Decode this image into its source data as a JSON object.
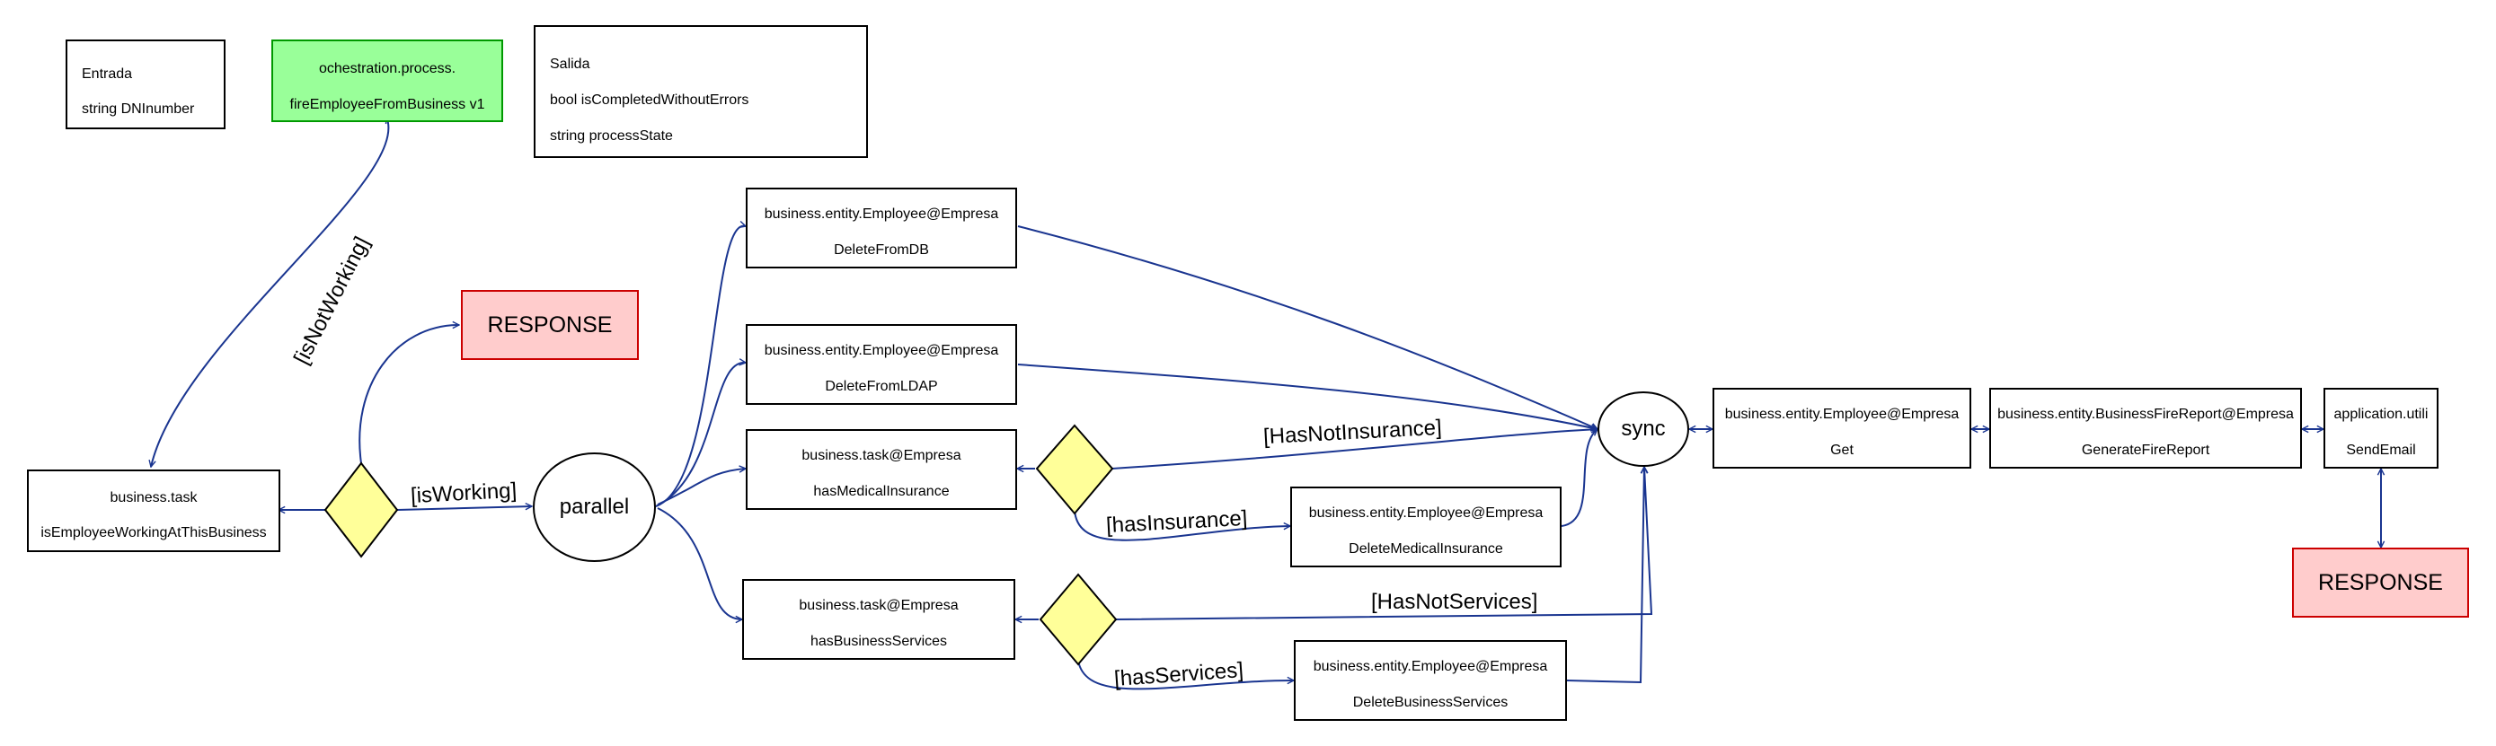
{
  "colors": {
    "edge": "#1a3590",
    "gateway_fill": "#ffff99",
    "gateway_stroke": "#000000",
    "green_fill": "#99ff99",
    "response_fill": "#ffcccc",
    "response_stroke": "#cc0000"
  },
  "notes": {
    "input": {
      "line1": "Entrada",
      "line2": "string DNInumber"
    },
    "output": {
      "line1": "Salida",
      "line2": "bool isCompletedWithoutErrors",
      "line3": "string processState"
    }
  },
  "process": {
    "line1": "ochestration.process.",
    "line2": "fireEmployeeFromBusiness v1"
  },
  "response_label": "RESPONSE",
  "nodes": {
    "isworking": {
      "line1": "business.task",
      "line2": "isEmployeeWorkingAtThisBusiness"
    },
    "deletedb": {
      "line1": "business.entity.Employee@Empresa",
      "line2": "DeleteFromDB"
    },
    "deleteldap": {
      "line1": "business.entity.Employee@Empresa",
      "line2": "DeleteFromLDAP"
    },
    "hasmedical": {
      "line1": "business.task@Empresa",
      "line2": "hasMedicalInsurance"
    },
    "delmedical": {
      "line1": "business.entity.Employee@Empresa",
      "line2": "DeleteMedicalInsurance"
    },
    "hasservices": {
      "line1": "business.task@Empresa",
      "line2": "hasBusinessServices"
    },
    "delservices": {
      "line1": "business.entity.Employee@Empresa",
      "line2": "DeleteBusinessServices"
    },
    "get": {
      "line1": "business.entity.Employee@Empresa",
      "line2": "Get"
    },
    "report": {
      "line1": "business.entity.BusinessFireReport@Empresa",
      "line2": "GenerateFireReport"
    },
    "email": {
      "line1": "application.utili",
      "line2": "SendEmail"
    }
  },
  "parallel_label": "parallel",
  "sync_label": "sync",
  "edge_labels": {
    "isNotWorking": "[isNotWorking]",
    "isWorking": "[isWorking]",
    "hasNotInsurance": "[HasNotInsurance]",
    "hasInsurance": "[hasInsurance]",
    "hasNotServices": "[HasNotServices]",
    "hasServices": "[hasServices]"
  }
}
